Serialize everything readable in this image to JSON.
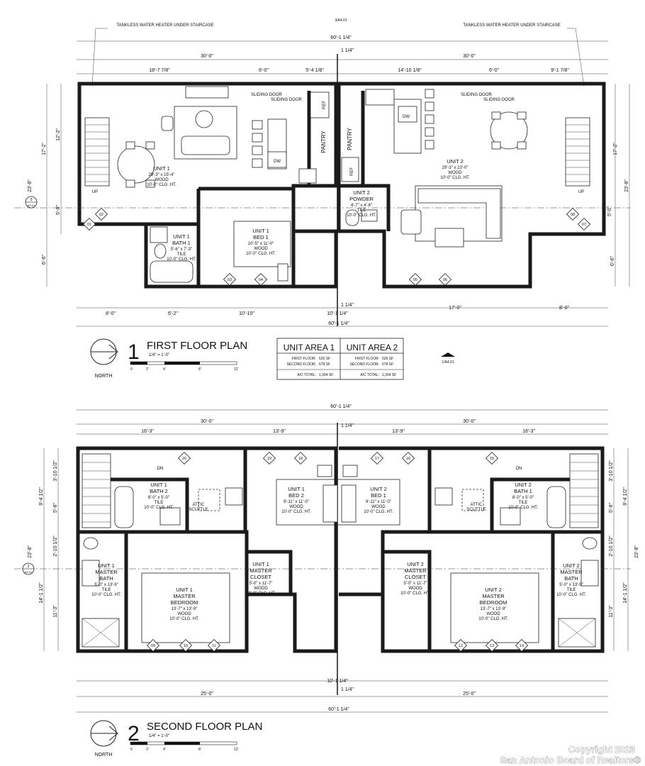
{
  "header": {
    "left_note": "TANKLESS WATER HEATER UNDER STAIRCASE",
    "right_note": "TANKLESS WATER HEATER UNDER STAIRCASE",
    "section_ref": "3/A4.01"
  },
  "first_floor": {
    "number": "1",
    "title": "FIRST FLOOR PLAN",
    "scale": "1/4\" = 1'-0\"",
    "north": "NORTH",
    "overall_width": "60'-1 1/4\"",
    "half_left": "30'-0\"",
    "half_right": "30'-0\"",
    "party_wall": "1 1/4\"",
    "bottom_left_a": "8'-0\"",
    "bottom_left_b": "6'-2\"",
    "bottom_left_c": "10'-10\"",
    "bottom_center": "10'-1 1/4\"",
    "bottom_right_a": "17'-0\"",
    "bottom_right_b": "8'-0\"",
    "top_segments": [
      "18'-7 7/8\"",
      "6'-0\"",
      "5'-4 1/8\"",
      "14'-10 1/8\"",
      "6'-0\"",
      "9'-1 7/8\""
    ],
    "side_left": [
      "12'-2\"",
      "17'-2\"",
      "23'-8\"",
      "5'-0\"",
      "6'-6\""
    ],
    "side_right": [
      "17'-2\"",
      "23'-8\"",
      "5'-0\"",
      "6'-6\""
    ],
    "rooms": {
      "unit1": [
        "UNIT 1",
        "29'-3\" x 15'-4\"",
        "WOOD",
        "10'-0\" CLG. HT."
      ],
      "unit2": [
        "UNIT 2",
        "29'-3\" x 23'-0\"",
        "WOOD",
        "10'-0\" CLG. HT."
      ],
      "bed1": [
        "UNIT 1",
        "BED 1",
        "10'-5\" x 11'-0\"",
        "WOOD",
        "10'-0\" CLG. HT."
      ],
      "bath1": [
        "UNIT 1",
        "BATH 1",
        "5'-6\" x 7'-3\"",
        "TILE",
        "10'-0\" CLG. HT."
      ],
      "powder": [
        "UNIT 2",
        "POWDER",
        "4'-7\" x 4'-6\"",
        "TILE",
        "10'-0\" CLG. HT."
      ],
      "sliding": [
        "SLIDING DOOR",
        "SLIDING DOOR",
        "SLIDING DOOR",
        "SLIDING DOOR"
      ],
      "labels": [
        "REF",
        "PANTRY",
        "DW",
        "UP",
        "DW",
        "PANTRY",
        "REF",
        "UP"
      ]
    },
    "window_tags": [
      "01",
      "02",
      "03",
      "04",
      "05",
      "06",
      "07",
      "08"
    ]
  },
  "area_table": {
    "col1_title": "UNIT AREA 1",
    "col2_title": "UNIT AREA 2",
    "rows": [
      {
        "label": "FIRST FLOOR:",
        "u1": "626 SF",
        "u2": "626 SF"
      },
      {
        "label": "SECOND FLOOR:",
        "u1": "678 SF",
        "u2": "678 SF"
      }
    ],
    "total_label": "A/C TOTAL:",
    "total_u1": "1,304 SF",
    "total_u2": "1,304 SF",
    "elev_ref": "1/A4.01"
  },
  "second_floor": {
    "number": "2",
    "title": "SECOND FLOOR PLAN",
    "scale": "1/4\" = 1'-0\"",
    "north": "NORTH",
    "overall_width": "60'-1 1/4\"",
    "half_left": "30'-0\"",
    "half_right": "30'-0\"",
    "party_wall": "1 1/4\"",
    "bottom_left_a": "25'-0\"",
    "bottom_right_a": "25'-0\"",
    "bottom_center": "10'-1 1/4\"",
    "top_segments": [
      "16'-3\"",
      "13'-9\"",
      "13'-9\"",
      "16'-3\""
    ],
    "side_left": [
      "3'-10 1/2\"",
      "9'-4 1/2\"",
      "5'-8\"",
      "23'-8\"",
      "2'-10 1/2\"",
      "14'-1 1/2\"",
      "11'-3\""
    ],
    "side_right": [
      "3'-10 1/2\"",
      "9'-4 1/2\"",
      "5'-8\"",
      "23'-8\"",
      "2'-10 1/2\"",
      "14'-1 1/2\"",
      "11'-3\""
    ],
    "rooms": {
      "u1bed2": [
        "UNIT 1",
        "BED 2",
        "9'-11\" x 11'-0\"",
        "WOOD",
        "10'-0\" CLG. HT."
      ],
      "u2bed1": [
        "UNIT 2",
        "BED 1",
        "9'-11\" x 11'-0\"",
        "WOOD",
        "10'-0\" CLG. HT."
      ],
      "u1bath2": [
        "UNIT 1",
        "BATH 2",
        "8'-0\" x 5'-0\"",
        "TILE",
        "10'-0\" CLG. HT."
      ],
      "u2bath1": [
        "UNIT 2",
        "BATH 1",
        "8'-0\" x 5'-0\"",
        "TILE",
        "10'-0\" CLG. HT."
      ],
      "u1mbath": [
        "UNIT 1",
        "MASTER",
        "BATH",
        "5'-0\" x 13'-9\"",
        "TILE",
        "10'-0\" CLG. HT."
      ],
      "u2mbath": [
        "UNIT 2",
        "MASTER",
        "BATH",
        "5'-0\" x 13'-9\"",
        "TILE",
        "10'-0\" CLG. HT."
      ],
      "u1closet": [
        "UNIT 1",
        "MASTER",
        "CLOSET",
        "5'-0\" x 11'-7\"",
        "WOOD",
        "10'-0\" CLG. HT."
      ],
      "u2closet": [
        "UNIT 2",
        "MASTER",
        "CLOSET",
        "5'-0\" x 11'-7\"",
        "WOOD",
        "10'-0\" CLG. HT."
      ],
      "u1mbed": [
        "UNIT 1",
        "MASTER",
        "BEDROOM",
        "13'-7\" x 13'-9\"",
        "WOOD",
        "10'-0\" CLG. HT."
      ],
      "u2mbed": [
        "UNIT 2",
        "MASTER",
        "BEDROOM",
        "13'-7\" x 13'-9\"",
        "WOOD",
        "10'-0\" CLG. HT."
      ],
      "attic": [
        "ATTIC",
        "SCUTTLE"
      ],
      "dn": "DN"
    },
    "window_tags": [
      "09",
      "10",
      "11",
      "12",
      "13",
      "14",
      "15",
      "16",
      "17",
      "18",
      "19",
      "20"
    ]
  },
  "copyright": {
    "line1": "Copyright 2023",
    "line2": "San Antonio Board of Realtors®"
  }
}
